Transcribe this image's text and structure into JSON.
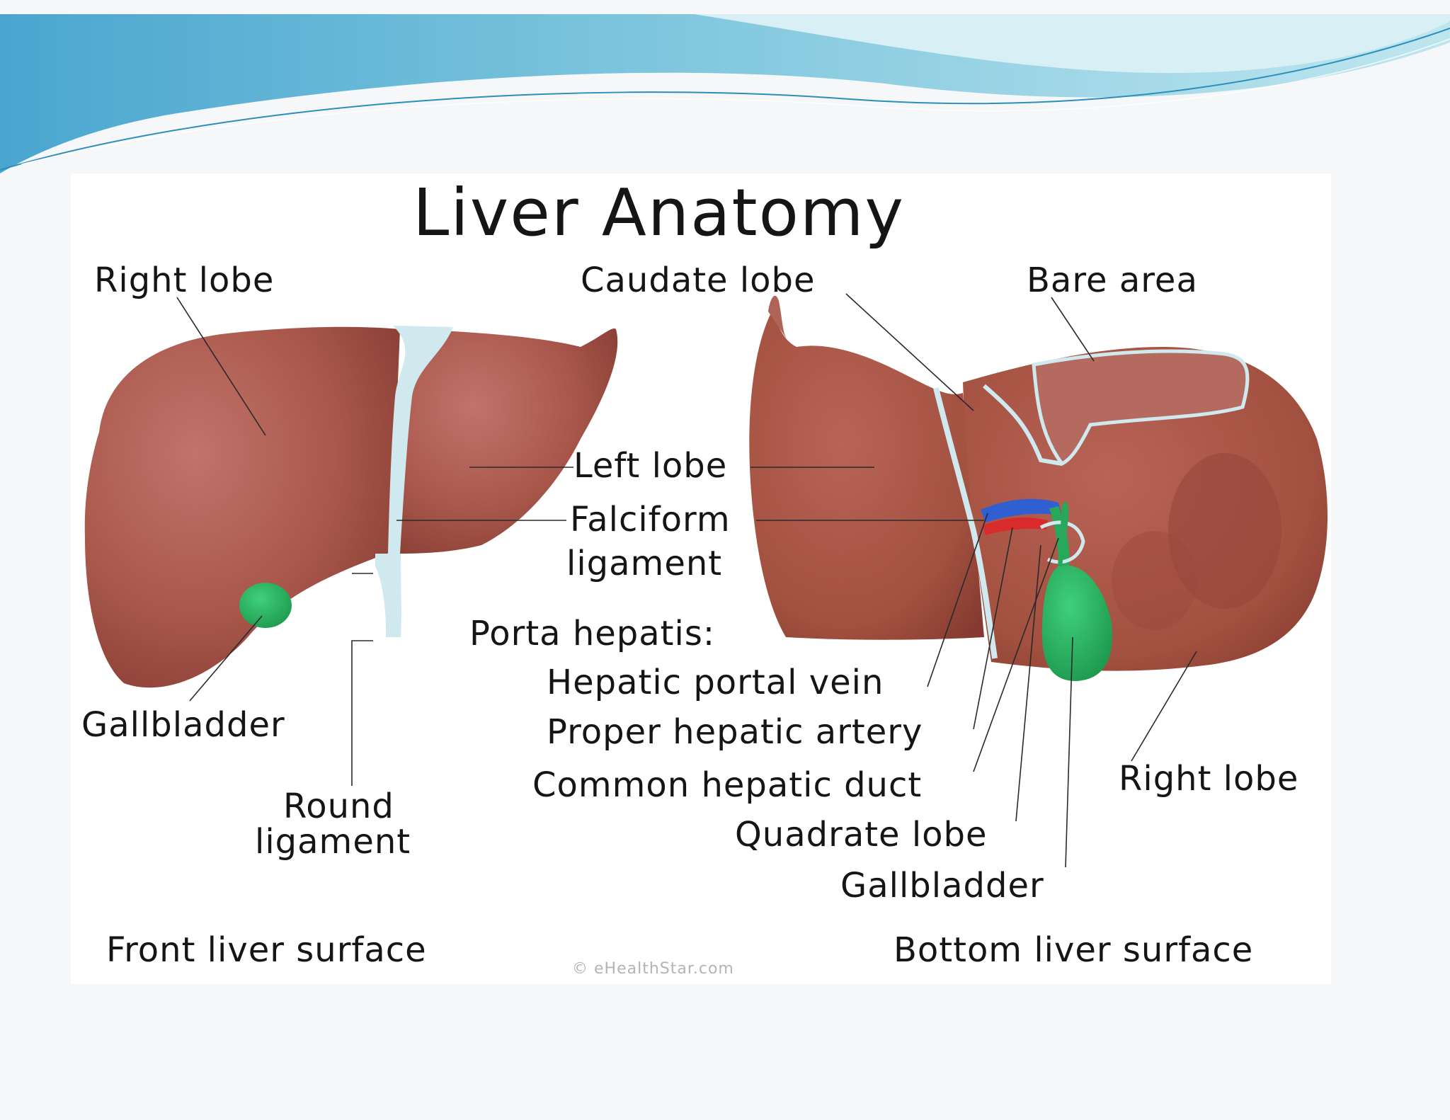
{
  "title": "Liver Anatomy",
  "front_view": {
    "right_lobe": "Right lobe",
    "left_lobe": "Left lobe",
    "falciform_line1": "Falciform",
    "falciform_line2": "ligament",
    "gallbladder": "Gallbladder",
    "round_line1": "Round",
    "round_line2": "ligament",
    "caption": "Front liver surface"
  },
  "bottom_view": {
    "caudate_lobe": "Caudate lobe",
    "bare_area": "Bare area",
    "porta_hepatis": "Porta hepatis:",
    "hepatic_portal_vein": "Hepatic portal vein",
    "proper_hepatic_artery": "Proper hepatic artery",
    "common_hepatic_duct": "Common hepatic duct",
    "quadrate_lobe": "Quadrate lobe",
    "gallbladder": "Gallbladder",
    "right_lobe": "Right lobe",
    "caption": "Bottom liver surface"
  },
  "watermark": "© eHealthStar.com",
  "colors": {
    "liver": "#a9574b",
    "liver_highlight": "#bf6d60",
    "liver_shadow": "#8a3f35",
    "ligament": "#cfe9ee",
    "gallbladder": "#27a85a",
    "vein": "#2f5fd0",
    "artery": "#d92b2b",
    "banner_blue": "#4aaed0"
  }
}
